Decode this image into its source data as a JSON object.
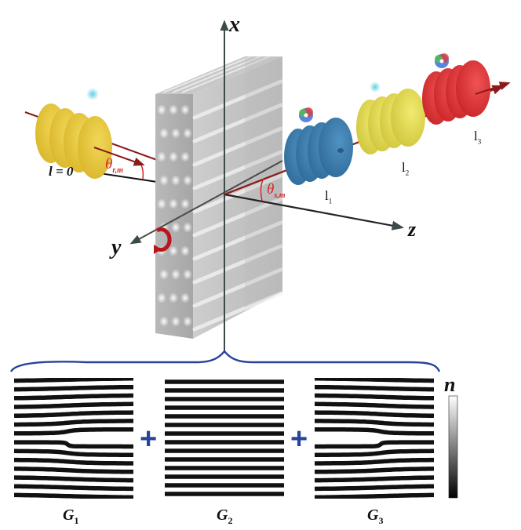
{
  "figure": {
    "axes": {
      "x_label": "x",
      "y_label": "y",
      "z_label": "z"
    },
    "reference_beam": {
      "oam_label": "l = 0",
      "angle_symbol": "θ",
      "angle_subscript": "r,m"
    },
    "signal_beam": {
      "angle_symbol": "θ",
      "angle_subscript": "s,m"
    },
    "output_beams": [
      {
        "label": "l",
        "subscript": "1",
        "color": "#3a7db0"
      },
      {
        "label": "l",
        "subscript": "2",
        "color": "#e2d94a"
      },
      {
        "label": "l",
        "subscript": "3",
        "color": "#e0373a"
      }
    ],
    "input_beam_color": "#e8c532",
    "beam_axis_color": "#8b1a1a",
    "rotation_arrow_color": "#b8161c",
    "brace_color": "#27439a"
  },
  "gratings": [
    {
      "name": "G",
      "subscript": "1",
      "fork": "left"
    },
    {
      "name": "G",
      "subscript": "2",
      "fork": "none"
    },
    {
      "name": "G",
      "subscript": "3",
      "fork": "right"
    }
  ],
  "operators": [
    "+",
    "+"
  ],
  "colorbar": {
    "label": "n",
    "high": "white",
    "low": "black"
  }
}
